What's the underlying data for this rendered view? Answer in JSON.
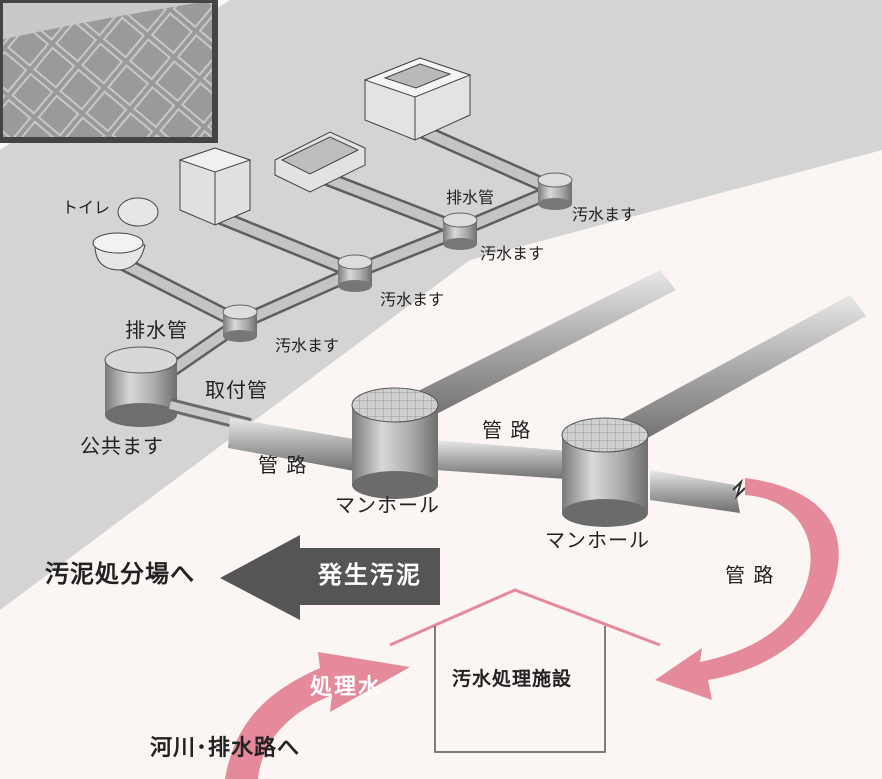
{
  "labels": {
    "toilet": "トイレ",
    "drain_pipe_upper": "排水管",
    "drain_pipe_lower": "排水管",
    "sewage_basin_1": "汚水ます",
    "sewage_basin_2": "汚水ます",
    "sewage_basin_3": "汚水ます",
    "sewage_basin_4": "汚水ます",
    "public_basin": "公共ます",
    "connection_pipe": "取付管",
    "pipeline_1": "管 路",
    "pipeline_2": "管 路",
    "pipeline_3": "管 路",
    "manhole_1": "マンホール",
    "manhole_2": "マンホール",
    "sludge_disposal": "汚泥処分場へ",
    "generated_sludge": "発生汚泥",
    "treated_water": "処理水",
    "treatment_facility": "汚水処理施設",
    "to_river": "河川･排水路へ"
  },
  "colors": {
    "ground": "#d4d4d4",
    "pipe": "#a9a9a9",
    "pink_arrow": "#e58a9a",
    "dark_arrow": "#555555",
    "house_outline": "#e58a9a",
    "background": "#fbf6f4"
  }
}
